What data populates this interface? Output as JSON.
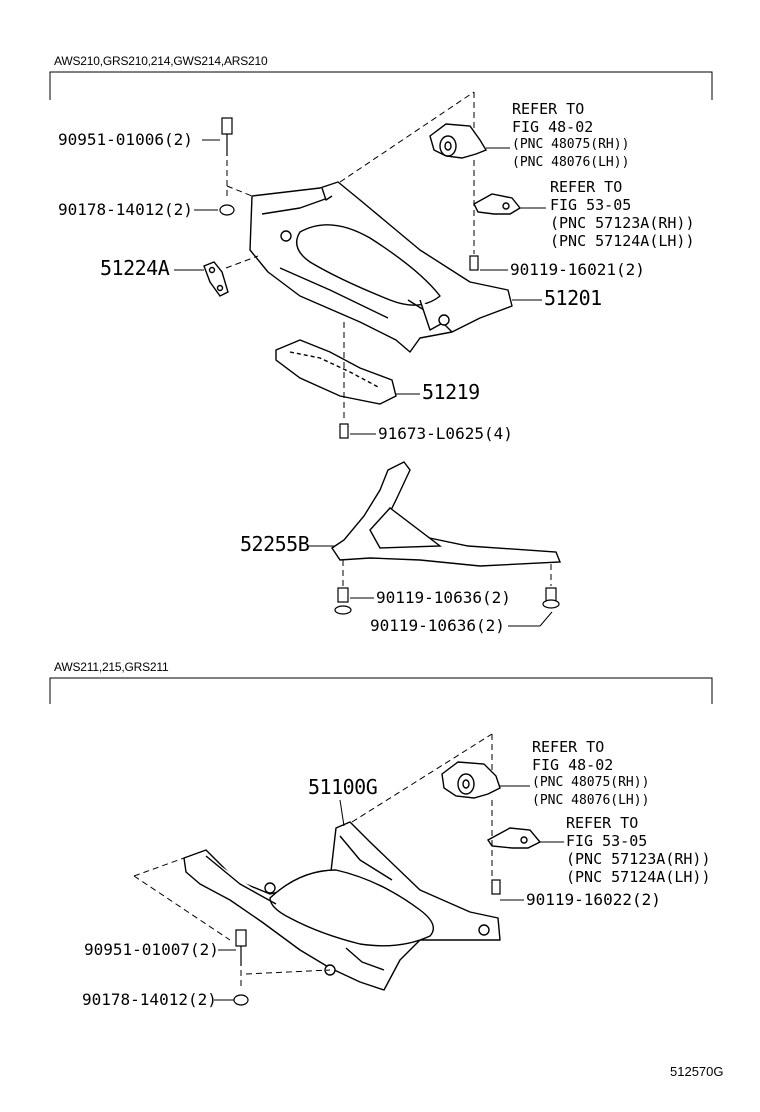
{
  "sections": [
    {
      "header": "AWS210,GRS210,214,GWS214,ARS210",
      "parts": {
        "bolt_a": "90951-01006(2)",
        "cushion_a": "90178-14012(2)",
        "bracket": "51224A",
        "crossmember": "51201",
        "cover": "51219",
        "screw": "91673-L0625(4)",
        "brace": "52255B",
        "bolt_b1": "90119-10636(2)",
        "bolt_b2": "90119-10636(2)",
        "bolt_c": "90119-16021(2)"
      },
      "ref1": {
        "line1": "REFER TO",
        "line2": "FIG 48-02",
        "line3": "(PNC 48075(RH))",
        "line4": "(PNC 48076(LH))"
      },
      "ref2": {
        "line1": "REFER TO",
        "line2": "FIG 53-05",
        "line3": "(PNC 57123A(RH))",
        "line4": "(PNC 57124A(LH))"
      }
    },
    {
      "header": "AWS211,215,GRS211",
      "parts": {
        "crossmember": "51100G",
        "bolt_a": "90951-01007(2)",
        "cushion_a": "90178-14012(2)",
        "bolt_c": "90119-16022(2)"
      },
      "ref1": {
        "line1": "REFER TO",
        "line2": "FIG 48-02",
        "line3": "(PNC 48075(RH))",
        "line4": "(PNC 48076(LH))"
      },
      "ref2": {
        "line1": "REFER TO",
        "line2": "FIG 53-05",
        "line3": "(PNC 57123A(RH))",
        "line4": "(PNC 57124A(LH))"
      }
    }
  ],
  "footer": "512570G"
}
